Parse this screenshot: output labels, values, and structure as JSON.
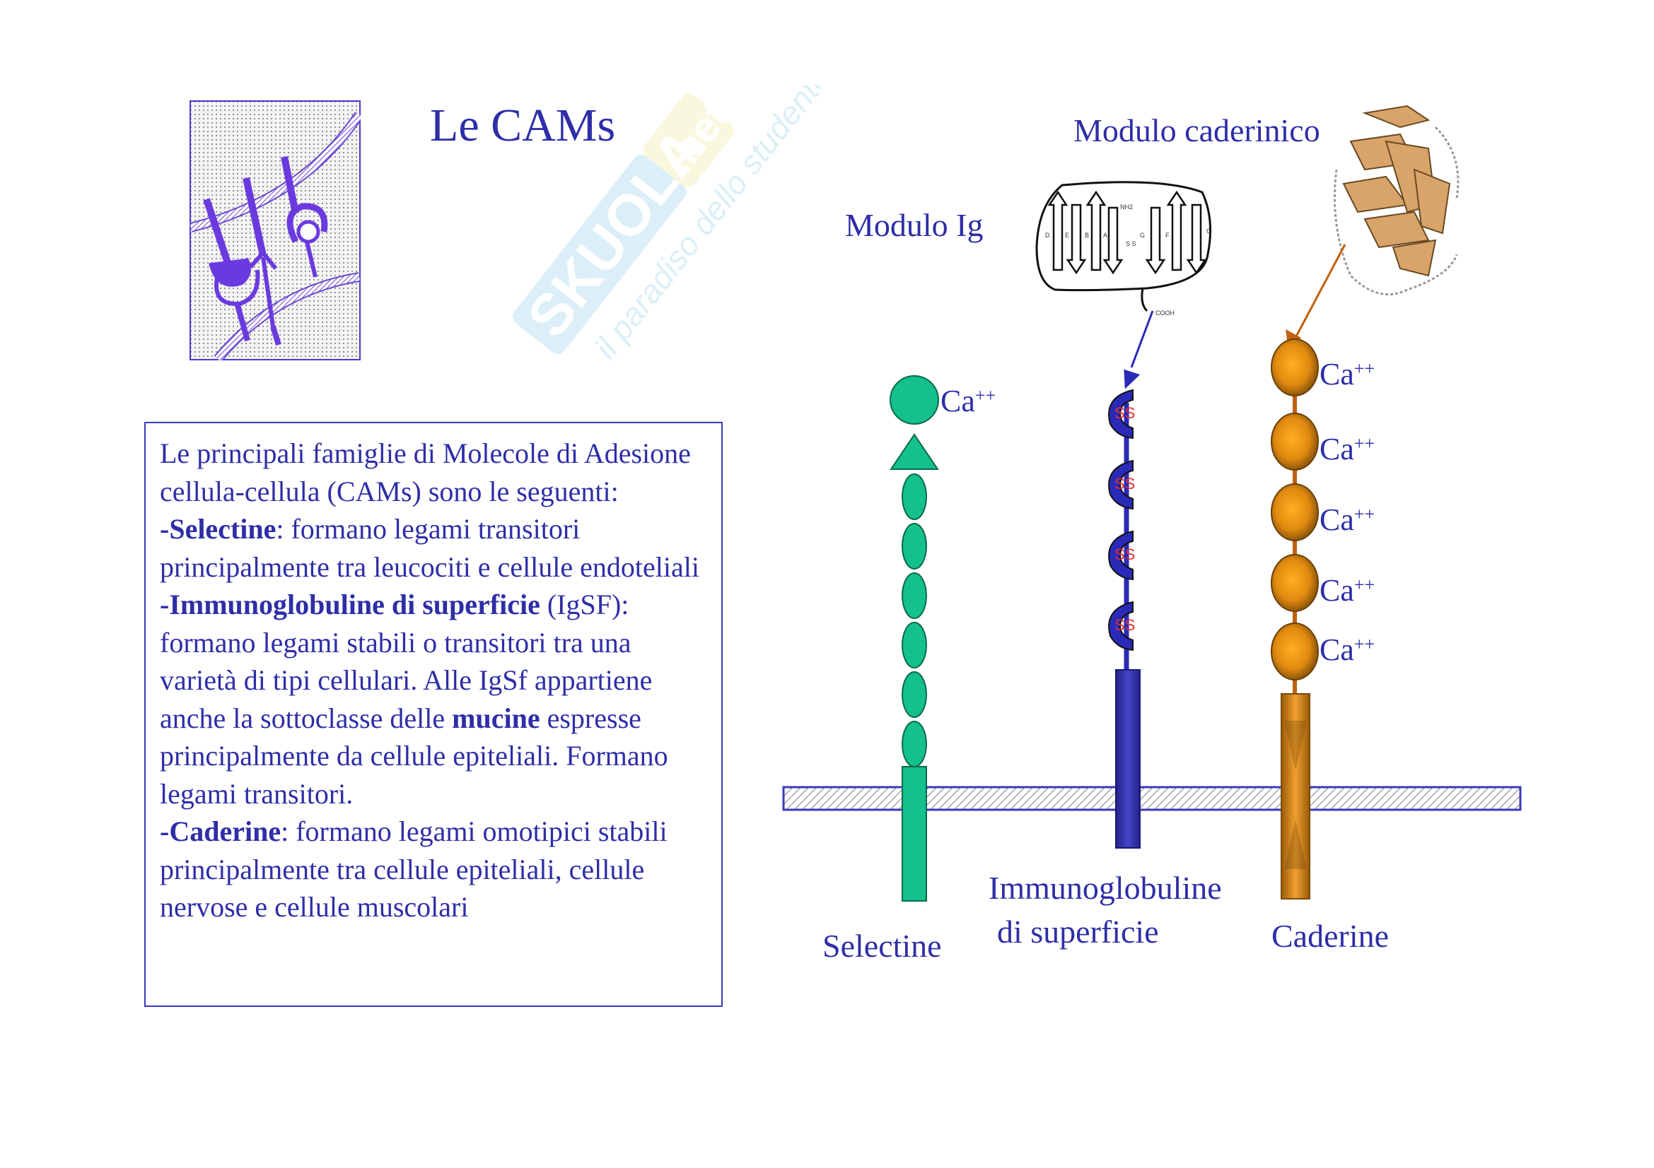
{
  "slide": {
    "title": "Le CAMs",
    "textbox": {
      "intro": "Le principali famiglie di Molecole di Adesione cellula-cellula (CAMs) sono le seguenti:",
      "sel_name": "-Selectine",
      "sel_text": ": formano legami transitori principalmente tra leucociti e cellule endoteliali",
      "ig_name": "-Immunoglobuline di superficie",
      "ig_text1": " (IgSF): formano legami stabili o transitori tra una varietà di tipi cellulari. Alle IgSf appartiene anche la sottoclasse delle ",
      "mucine": "mucine",
      "ig_text2": " espresse principalmente da cellule epiteliali. Formano legami transitori.",
      "cad_name": " -Caderine",
      "cad_text": ": formano legami omotipici stabili principalmente tra cellule epiteliali, cellule nervose e cellule muscolari"
    },
    "diagram": {
      "modulo_ig": "Modulo Ig",
      "modulo_caderinico": "Modulo caderinico",
      "ca_label": "Ca",
      "ca_sup": "++",
      "ss_label": "SS",
      "label_selectine": "Selectine",
      "label_ig_line1": "Immunoglobuline",
      "label_ig_line2": "di superficie",
      "label_caderine": "Caderine",
      "ig_strand_letters": [
        "D",
        "E",
        "B",
        "A",
        "G",
        "F",
        "C"
      ],
      "ig_terminal_nh2": "NH2",
      "ig_terminal_cooh": "COOH",
      "ig_ss_marks": "S S"
    },
    "watermark": {
      "brand": "Skuola.net",
      "tagline": "il paradiso dello studente"
    },
    "colors": {
      "text": "#2e2ea8",
      "selectine": "#14c08c",
      "immunoglobulin": "#2a2aa0",
      "caderine": "#e08a10",
      "ss_red": "#e03030",
      "membrane": "#3a3ab8"
    }
  }
}
